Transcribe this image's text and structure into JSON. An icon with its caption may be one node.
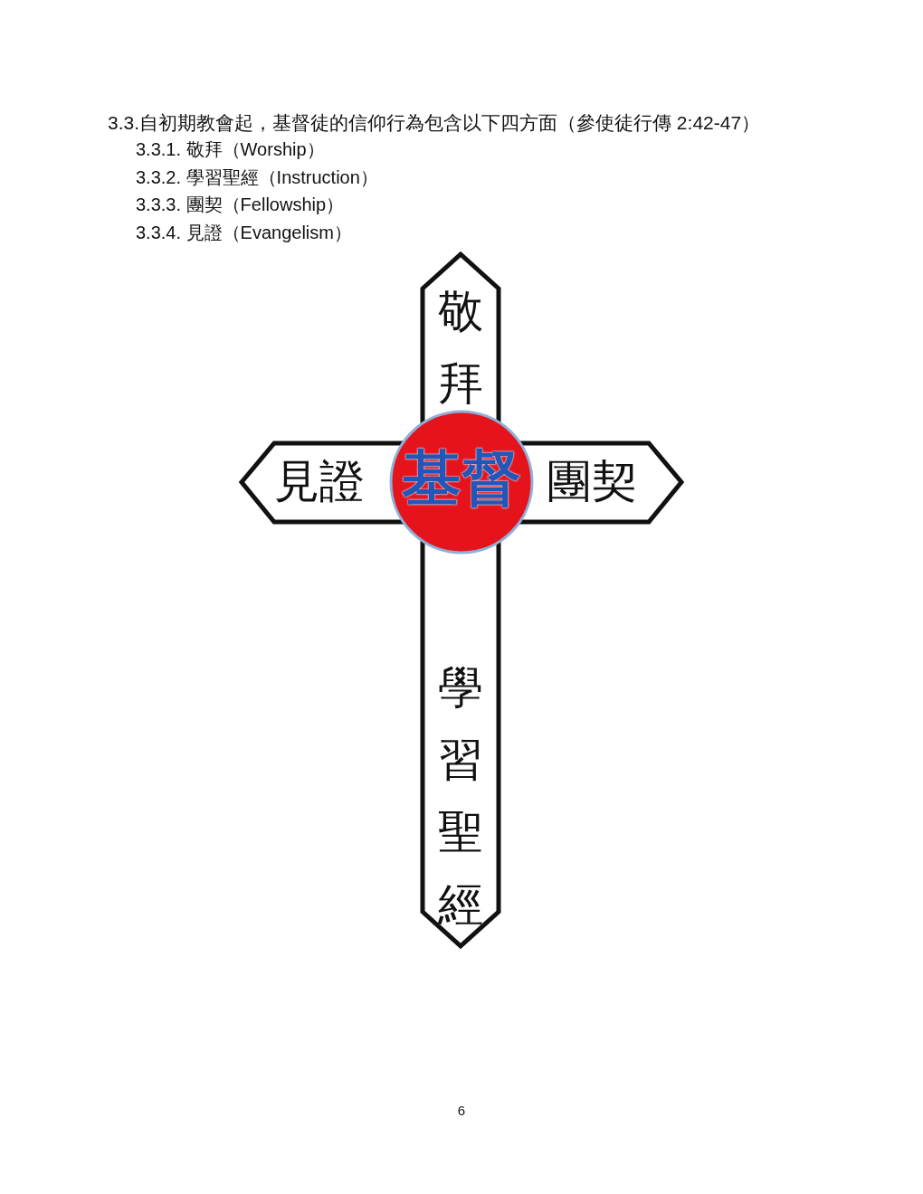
{
  "diagram": {
    "title": "3.3.自初期教會起，基督徒的信仰行為包含以下四方面（參使徒行傳 2:42-47）",
    "nodes": [
      {
        "text": [
          "敬拜"
        ]
      },
      {
        "text": [
          "見證"
        ]
      },
      {
        "text": [
          "基督"
        ]
      },
      {
        "text": [
          "團契"
        ]
      },
      {
        "text": [
          "學習聖經"
        ]
      }
    ],
    "labels": [
      "3.3.1.  敬拜（Worship）",
      "3.3.2.  學習聖經（Instruction）",
      "3.3.3.  團契（Fellowship）",
      "3.3.4.  見證（Evangelism）",
      "6"
    ]
  }
}
